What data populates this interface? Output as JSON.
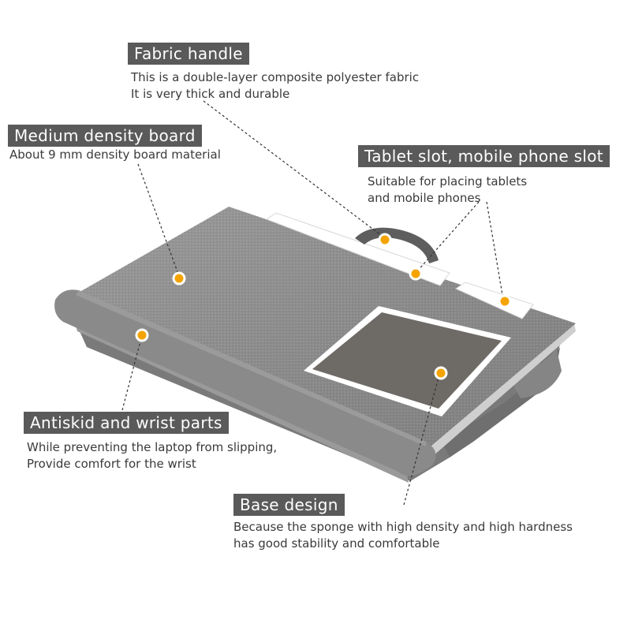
{
  "callouts": [
    {
      "title": "Fabric handle",
      "lines": [
        "This is a double-layer composite polyester fabric",
        "It is very thick and durable"
      ]
    },
    {
      "title": "Medium density board",
      "lines": [
        "About 9 mm density board material"
      ]
    },
    {
      "title": "Tablet slot, mobile phone slot",
      "lines": [
        "Suitable for placing tablets",
        "and mobile phones"
      ]
    },
    {
      "title": "Antiskid and wrist parts",
      "lines": [
        "While preventing the laptop from slipping,",
        "Provide comfort for the wrist"
      ]
    },
    {
      "title": "Base design",
      "lines": [
        "Because the sponge with high density and high hardness",
        "has good stability and comfortable"
      ]
    }
  ],
  "colors": {
    "label_bg": "#5a5a5a",
    "marker": "#f5a300",
    "fabric": "#8c8c8c",
    "mouse_pad": "#6e6a66"
  }
}
